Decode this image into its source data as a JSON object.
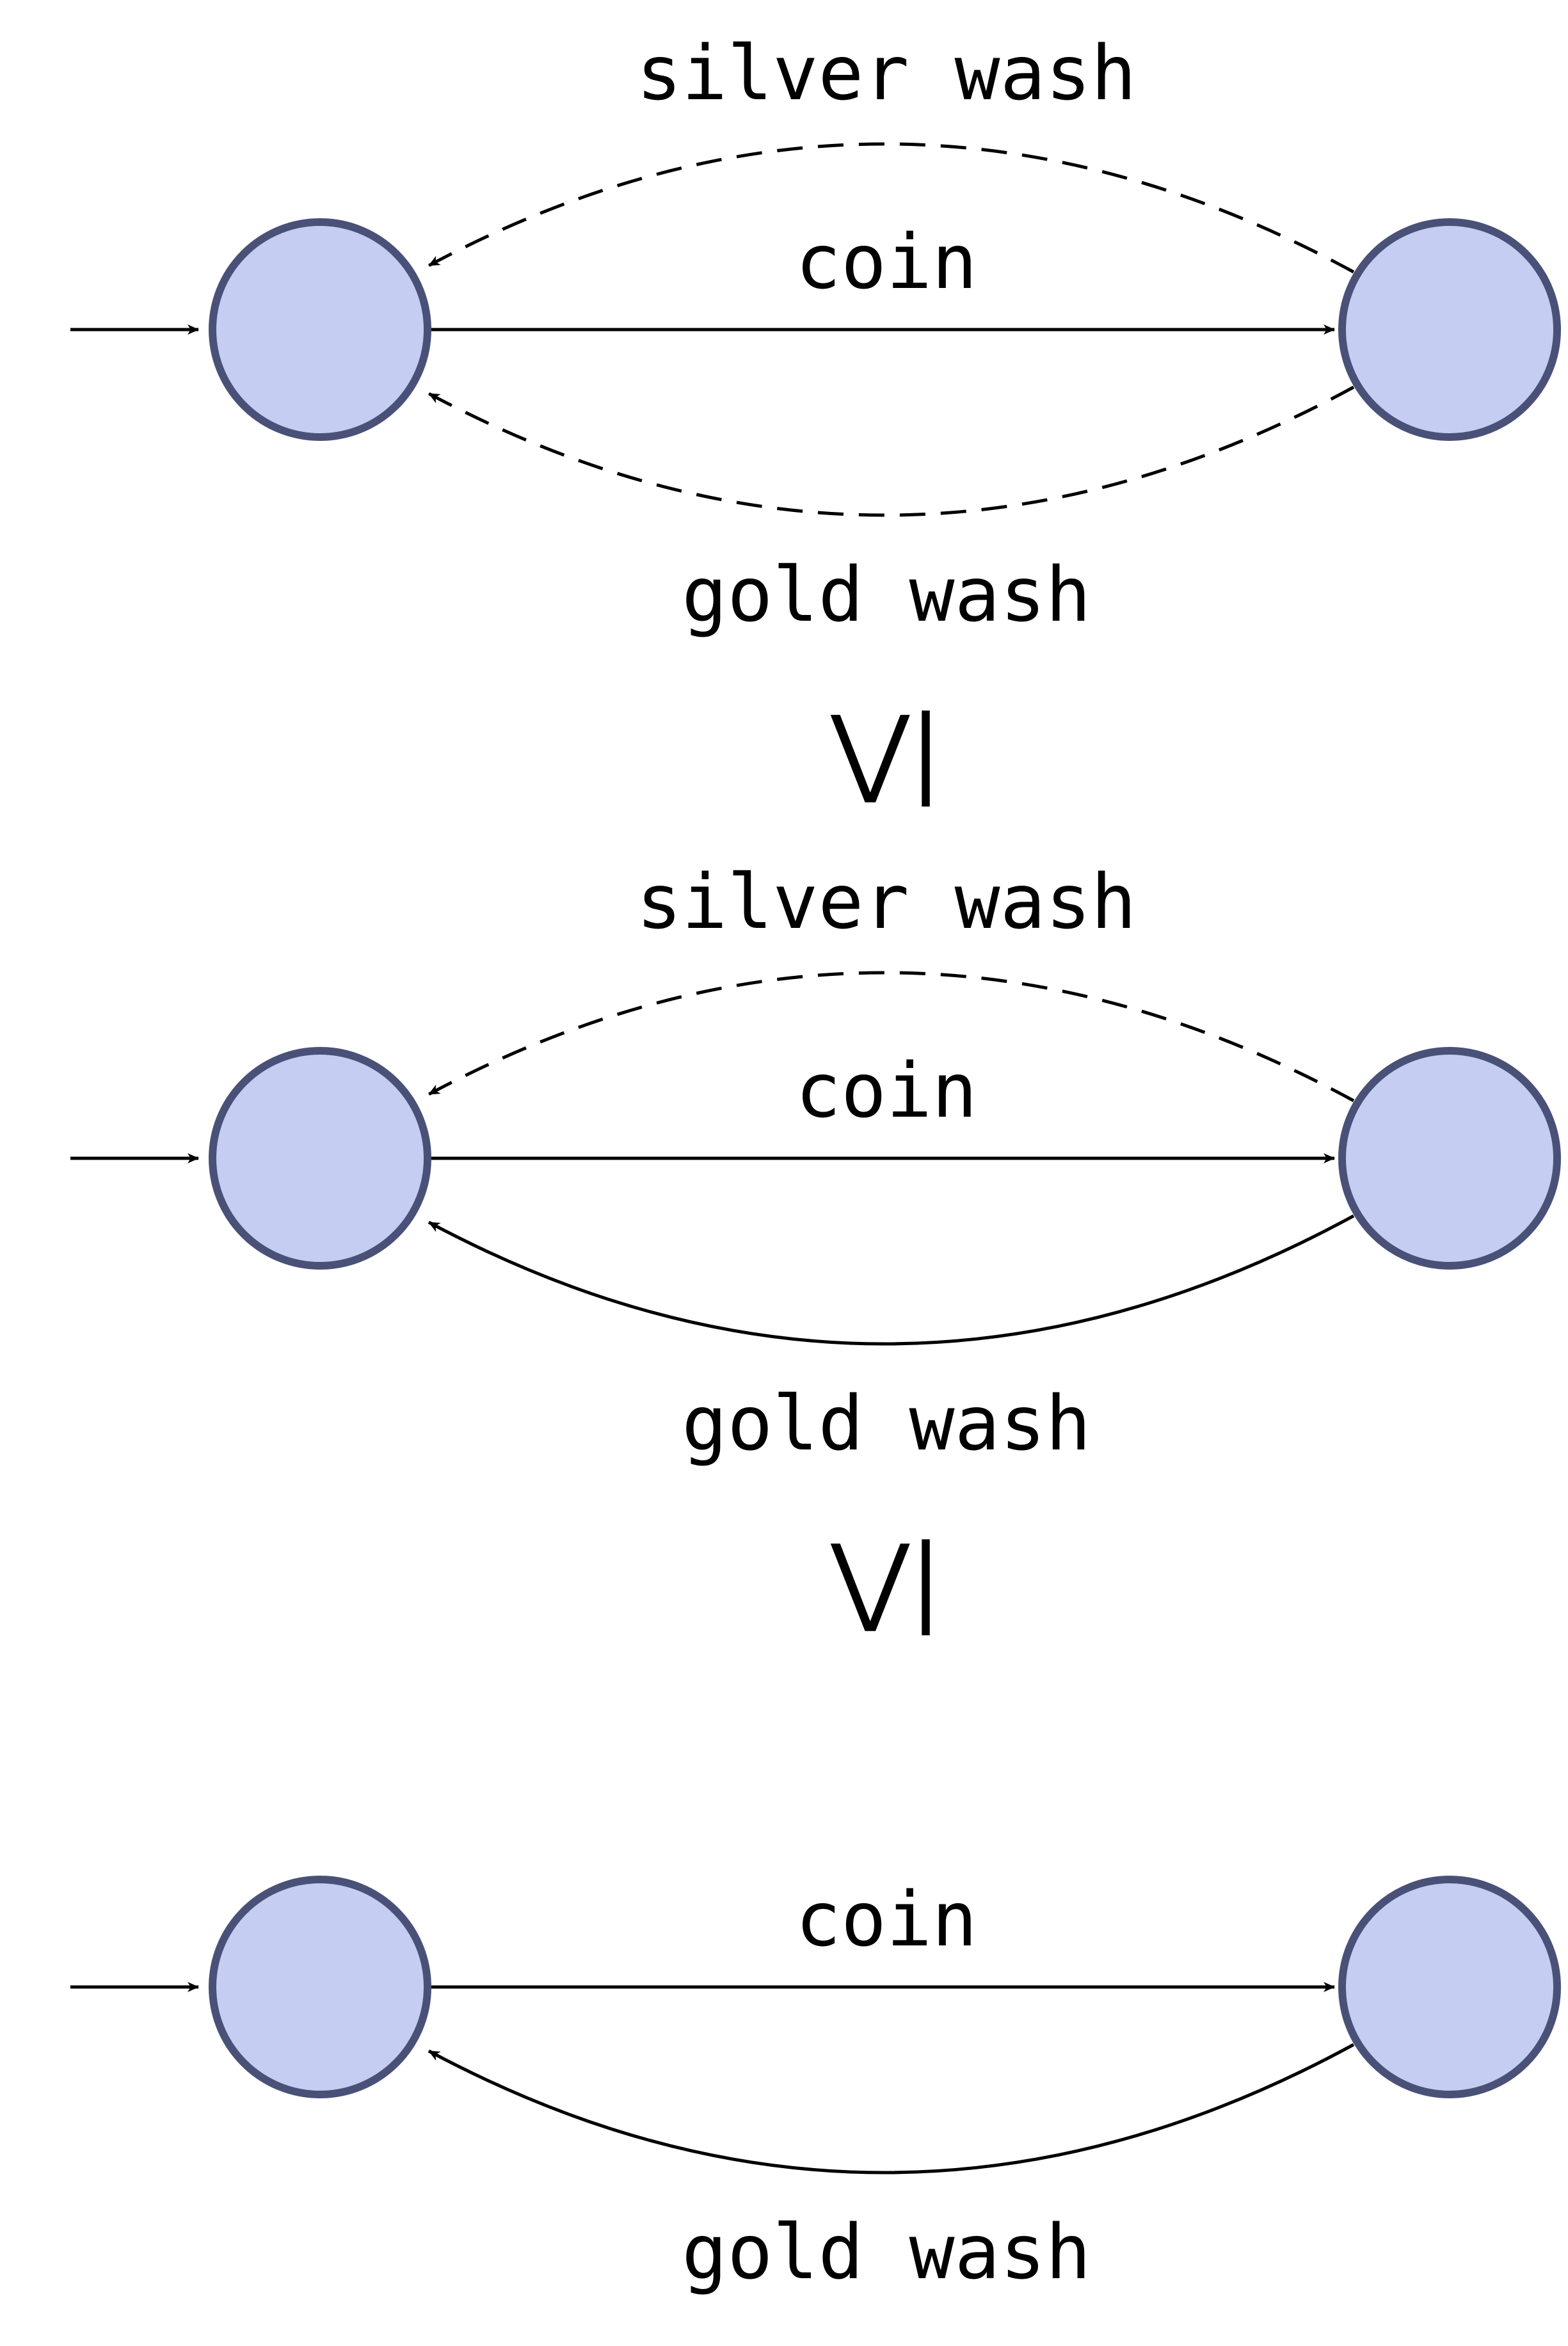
{
  "colors": {
    "state_fill": "#c5cdf2",
    "state_stroke": "#4a5178",
    "edge": "#000000"
  },
  "diagrams": [
    {
      "edges": {
        "upper": {
          "label": "silver wash",
          "style": "dashed"
        },
        "middle": {
          "label": "coin",
          "style": "solid"
        },
        "lower": {
          "label": "gold wash",
          "style": "dashed"
        }
      }
    },
    {
      "edges": {
        "upper": {
          "label": "silver wash",
          "style": "dashed"
        },
        "middle": {
          "label": "coin",
          "style": "solid"
        },
        "lower": {
          "label": "gold wash",
          "style": "solid"
        }
      }
    },
    {
      "edges": {
        "middle": {
          "label": "coin",
          "style": "solid"
        },
        "lower": {
          "label": "gold wash",
          "style": "solid"
        }
      }
    }
  ],
  "relation_symbol": "⋁|"
}
